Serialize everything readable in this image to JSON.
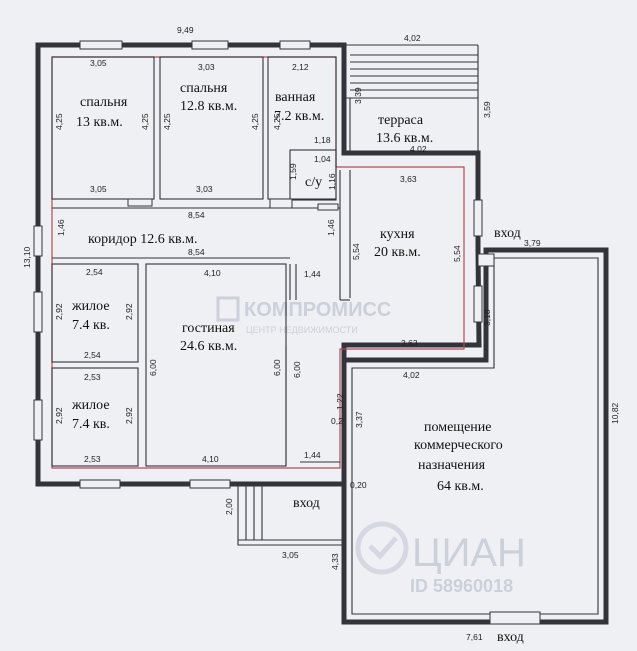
{
  "rooms": {
    "bedroom1_name": "спальня",
    "bedroom1_area": "13 кв.м.",
    "bedroom2_name": "спальня",
    "bedroom2_area": "12.8 кв.м.",
    "bathroom_name": "ванная",
    "bathroom_area": "7.2 кв.м.",
    "wc_name": "с/у",
    "terrace_name": "терраса",
    "terrace_area": "13.6 кв.м.",
    "corridor": "коридор 12.6 кв.м.",
    "kitchen_name": "кухня",
    "kitchen_area": "20 кв.м.",
    "living1_name": "жилое",
    "living1_area": "7.4 кв.",
    "living2_name": "жилое",
    "living2_area": "7.4 кв.",
    "lounge_name": "гостиная",
    "lounge_area": "24.6 кв.м.",
    "commercial_line1": "помещение",
    "commercial_line2": "коммерческого",
    "commercial_line3": "назначения",
    "commercial_area": "64 кв.м.",
    "entrance_right": "вход",
    "entrance_bottom": "вход",
    "entrance_commercial": "вход"
  },
  "dimensions": {
    "top_total": "9,49",
    "top_terrace": "4,02",
    "left_total": "13,10",
    "b1_top": "3,05",
    "b1_left": "4,25",
    "b1_right": "4,25",
    "b1_bottom": "3,05",
    "b2_top": "3,03",
    "b2_left": "4,25",
    "b2_right": "4,25",
    "b2_bottom": "3,03",
    "bath_top": "2,12",
    "bath_left": "4,25",
    "ter_left": "3,39",
    "ter_right": "3,59",
    "ter_bottom": "4,02",
    "wc_top": "1,18",
    "wc_w": "1,04",
    "wc_left": "1,59",
    "wc_right": "1,16",
    "cor_top": "8,54",
    "cor_bottom": "8,54",
    "cor_left": "1,46",
    "cor_right": "1,46",
    "kit_top": "3,63",
    "kit_left": "5,54",
    "kit_right": "5,54",
    "kit_bottom": "3,63",
    "l1_top": "2,54",
    "l1_left": "2,92",
    "l1_right": "2,92",
    "l1_bottom": "2,54",
    "l2_top": "2,53",
    "l2_left": "2,92",
    "l2_right": "2,92",
    "l2_bottom": "2,53",
    "lounge_top": "4,10",
    "lounge_left": "6,00",
    "lounge_right": "6,00",
    "lounge_bottom": "4,10",
    "hall_top": "1,44",
    "hall_mid": "6,00",
    "hall_bottom": "1,44",
    "com_top": "4,02",
    "com_entry": "3,79",
    "com_right": "10,82",
    "com_mid": "3,18",
    "com_left": "3,37",
    "com_bottom": "7,61",
    "com_lower_left": "4,33",
    "com_small1": "0,20",
    "com_small2": "1,22",
    "com_small3": "0,2",
    "porch_left": "2,00",
    "porch_bottom": "3,05"
  },
  "watermark": {
    "brand": "КОМПРОМИСС",
    "sub": "ЦЕНТР НЕДВИЖИМОСТИ",
    "cian": "ЦИАН",
    "id": "ID 58960018"
  }
}
